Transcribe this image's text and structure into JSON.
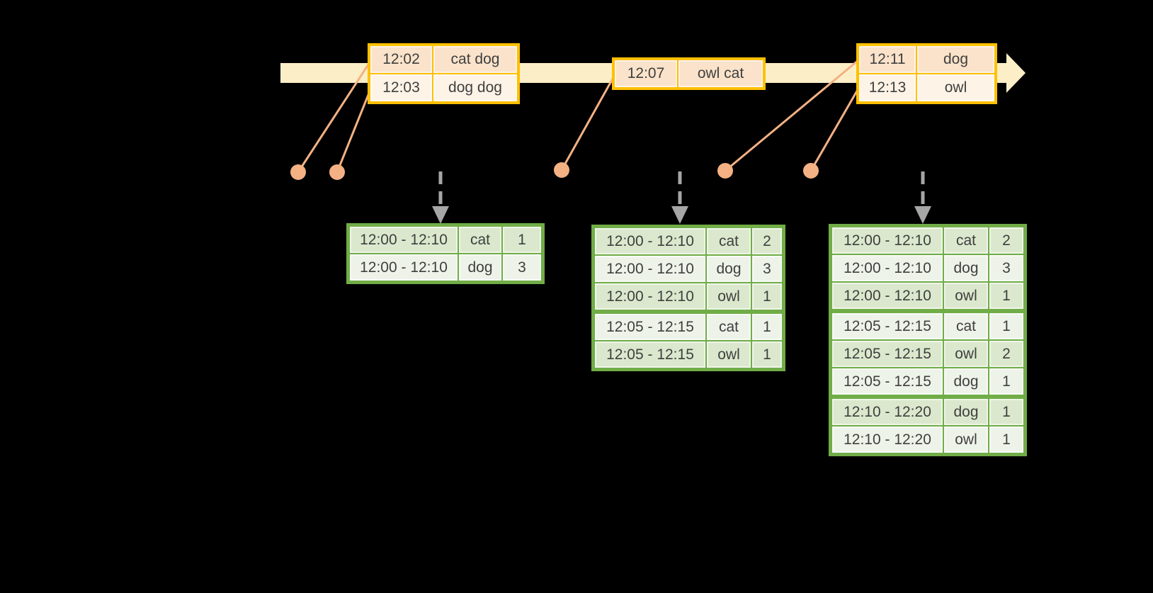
{
  "diagram": {
    "kind": "windowed-event-count-timeline",
    "background": "#000000"
  },
  "colors": {
    "gold": "#FFC000",
    "band": "#FCEFC7",
    "connector": "#F4B183",
    "green": "#70AD47",
    "trigger_arrow": "#A6A6A6",
    "evt_dark": "#FAE3CA",
    "evt_light": "#FDF3E6",
    "res_dark": "#DBE8CD",
    "res_light": "#EEF3E9",
    "text": "#3F3F3F"
  },
  "icons": {
    "timeline_arrowhead": "block-arrow-right",
    "trigger_arrow": "dashed-arrow-down",
    "event_marker": "filled-dot"
  },
  "timeline": {
    "event_tables": [
      {
        "rows": [
          [
            "12:02",
            "cat dog"
          ],
          [
            "12:03",
            "dog dog"
          ]
        ]
      },
      {
        "rows": [
          [
            "12:07",
            "owl cat"
          ]
        ]
      },
      {
        "rows": [
          [
            "12:11",
            "dog"
          ],
          [
            "12:13",
            "owl"
          ]
        ]
      }
    ]
  },
  "result_tables": [
    {
      "rows": [
        [
          "12:00 - 12:10",
          "cat",
          "1"
        ],
        [
          "12:00 - 12:10",
          "dog",
          "3"
        ]
      ],
      "group_starts": []
    },
    {
      "rows": [
        [
          "12:00 - 12:10",
          "cat",
          "2"
        ],
        [
          "12:00 - 12:10",
          "dog",
          "3"
        ],
        [
          "12:00 - 12:10",
          "owl",
          "1"
        ],
        [
          "12:05 - 12:15",
          "cat",
          "1"
        ],
        [
          "12:05 - 12:15",
          "owl",
          "1"
        ]
      ],
      "group_starts": [
        3
      ]
    },
    {
      "rows": [
        [
          "12:00 - 12:10",
          "cat",
          "2"
        ],
        [
          "12:00 - 12:10",
          "dog",
          "3"
        ],
        [
          "12:00 - 12:10",
          "owl",
          "1"
        ],
        [
          "12:05 - 12:15",
          "cat",
          "1"
        ],
        [
          "12:05 - 12:15",
          "owl",
          "2"
        ],
        [
          "12:05 - 12:15",
          "dog",
          "1"
        ],
        [
          "12:10 - 12:20",
          "dog",
          "1"
        ],
        [
          "12:10 - 12:20",
          "owl",
          "1"
        ]
      ],
      "group_starts": [
        3,
        6
      ]
    }
  ]
}
